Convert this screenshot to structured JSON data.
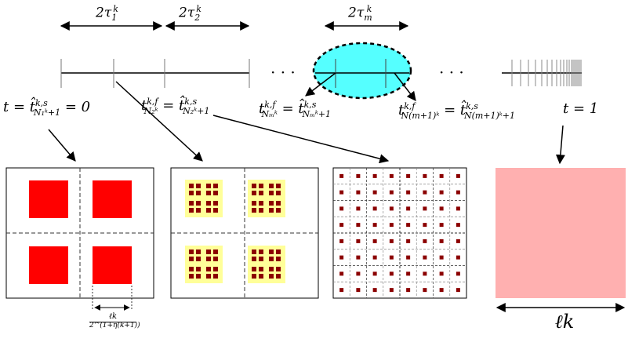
{
  "interval_labels": {
    "tau1": "2τ",
    "tau1_sup": "k",
    "tau1_sub": "1",
    "tau2": "2τ",
    "tau2_sup": "k",
    "tau2_sub": "2",
    "taum": "2τ",
    "taum_sup": "k",
    "taum_sub": "m"
  },
  "timeline_labels": {
    "start": "t = t̂",
    "start_sup": "k,s",
    "start_sub": "N₁ᵏ+1",
    "start_value": "= 0",
    "second_left": "t",
    "second_left_sup": "k,f",
    "second_left_sub": "N₂ᵏ",
    "second_right": "= t̂",
    "second_right_sup": "k,s",
    "second_right_sub": "N₂ᵏ+1",
    "m_left": "t",
    "m_left_sup": "k,f",
    "m_left_sub": "Nₘᵏ",
    "m_right": "= t̂",
    "m_right_sup": "k,s",
    "m_right_sub": "Nₘᵏ+1",
    "m1_left": "t",
    "m1_left_sup": "k,f",
    "m1_left_sub": "N(m+1)ᵏ",
    "m1_right": "= t̂",
    "m1_right_sup": "k,s",
    "m1_right_sub": "N(m+1)ᵏ+1",
    "end": "t = 1",
    "dots": "· · ·"
  },
  "captions": {
    "fraction_num": "ℓk",
    "fraction_den": "2^(1+η(k+1))",
    "lk": "ℓk"
  },
  "colors": {
    "red": "#ff0000",
    "yellow": "#ffff99",
    "darkred": "#8b0000",
    "pink": "#ffb0b0",
    "cyan": "#55ffff"
  }
}
